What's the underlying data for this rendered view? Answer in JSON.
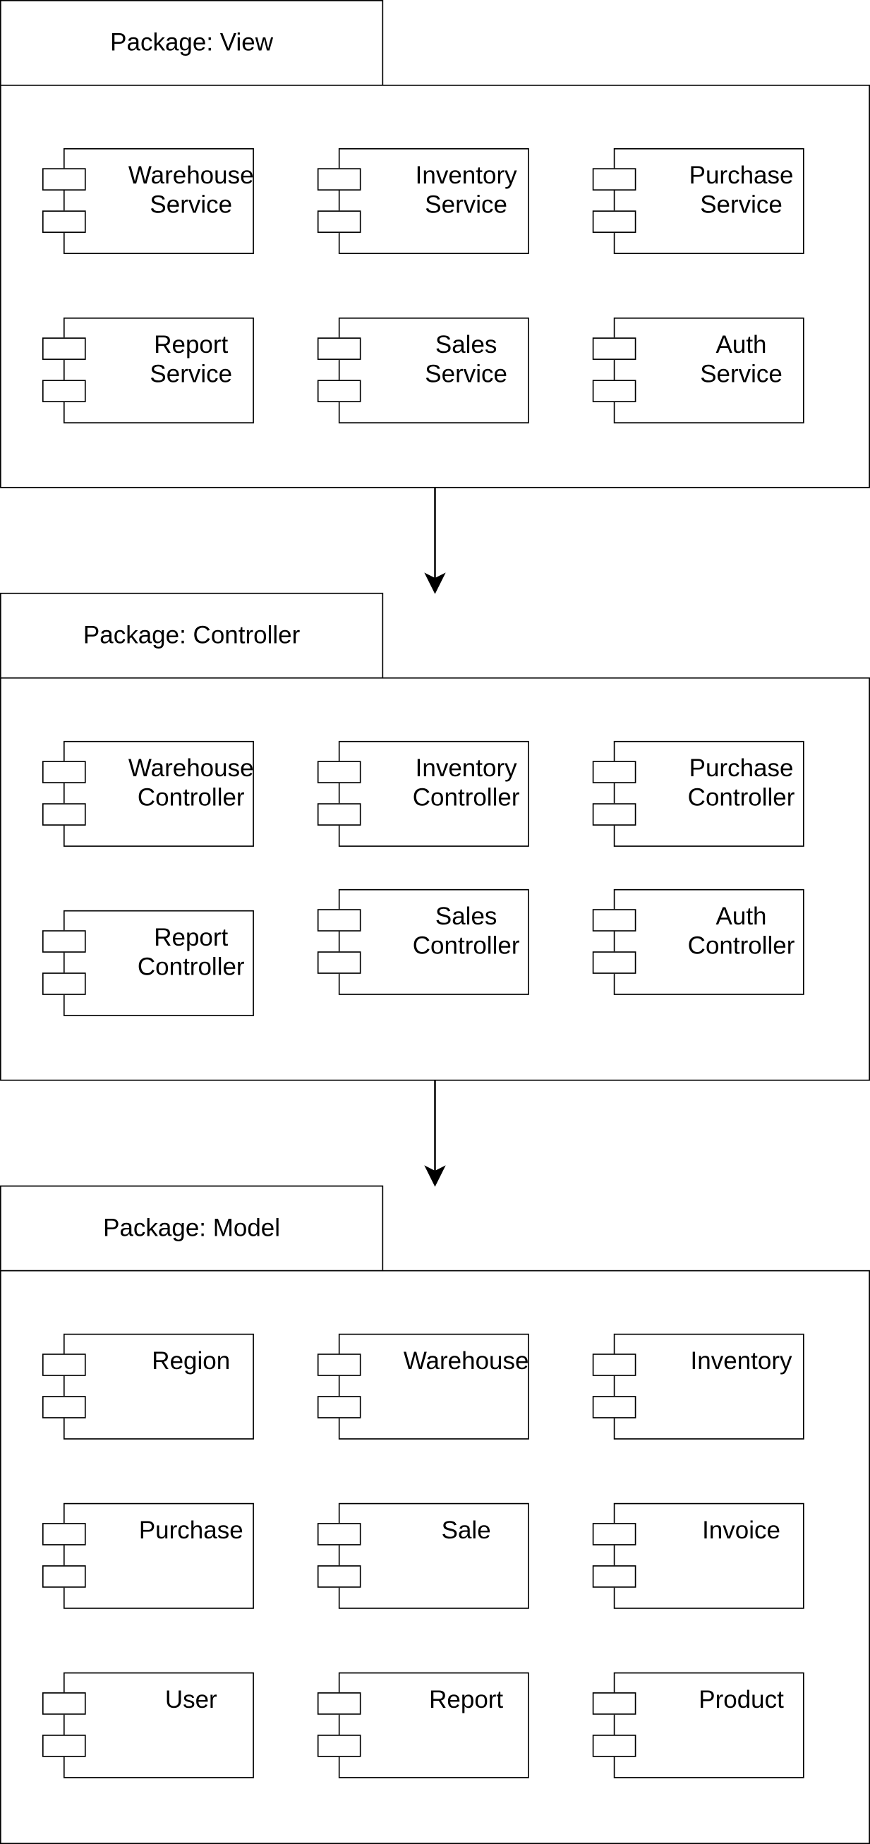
{
  "packages": [
    {
      "title": "Package: View",
      "components": [
        {
          "line1": "Warehouse",
          "line2": "Service"
        },
        {
          "line1": "Inventory",
          "line2": "Service"
        },
        {
          "line1": "Purchase",
          "line2": "Service"
        },
        {
          "line1": "Report",
          "line2": "Service"
        },
        {
          "line1": "Sales",
          "line2": "Service"
        },
        {
          "line1": "Auth",
          "line2": "Service"
        }
      ]
    },
    {
      "title": "Package: Controller",
      "components": [
        {
          "line1": "Warehouse",
          "line2": "Controller"
        },
        {
          "line1": "Inventory",
          "line2": "Controller"
        },
        {
          "line1": "Purchase",
          "line2": "Controller"
        },
        {
          "line1": "Report",
          "line2": "Controller"
        },
        {
          "line1": "Sales",
          "line2": "Controller"
        },
        {
          "line1": "Auth",
          "line2": "Controller"
        }
      ]
    },
    {
      "title": "Package: Model",
      "components": [
        {
          "line1": "Region",
          "line2": ""
        },
        {
          "line1": "Warehouse",
          "line2": ""
        },
        {
          "line1": "Inventory",
          "line2": ""
        },
        {
          "line1": "Purchase",
          "line2": ""
        },
        {
          "line1": "Sale",
          "line2": ""
        },
        {
          "line1": "Invoice",
          "line2": ""
        },
        {
          "line1": "User",
          "line2": ""
        },
        {
          "line1": "Report",
          "line2": ""
        },
        {
          "line1": "Product",
          "line2": ""
        }
      ]
    }
  ],
  "dependencies": [
    {
      "from": "Package: View",
      "to": "Package: Controller"
    },
    {
      "from": "Package: Controller",
      "to": "Package: Model"
    }
  ]
}
